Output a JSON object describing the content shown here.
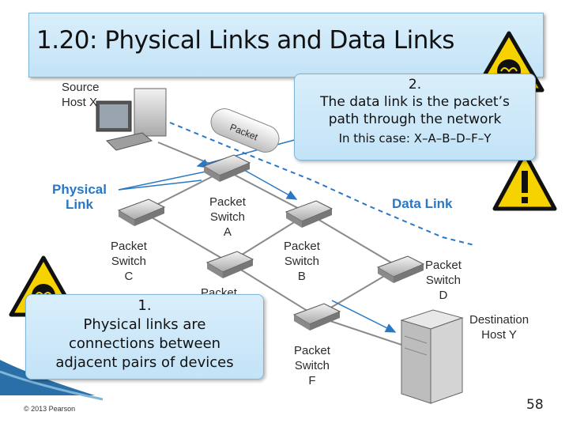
{
  "slide": {
    "title": "1.20: Physical Links and Data Links",
    "page_number": "58",
    "copyright": "© 2013 Pearson"
  },
  "callouts": {
    "data_link": {
      "line1": "2.",
      "line2": "The data link is the packet’s",
      "line3": "path through the network",
      "line4": "In this case: X–A–B–D–F–Y"
    },
    "physical_link": {
      "line1": "1.",
      "line2": "Physical links are",
      "line3": "connections between",
      "line4": "adjacent pairs of devices"
    }
  },
  "diagram": {
    "source": {
      "line1": "Source",
      "line2": "Host X"
    },
    "destination": {
      "line1": "Destination",
      "line2": "Host Y"
    },
    "physical_link_label": {
      "line1": "Physical",
      "line2": "Link"
    },
    "data_link_label": "Data Link",
    "packet_label": "Packet",
    "switches": {
      "A": {
        "line1": "Packet",
        "line2": "Switch",
        "line3": "A"
      },
      "B": {
        "line1": "Packet",
        "line2": "Switch",
        "line3": "B"
      },
      "C": {
        "line1": "Packet",
        "line2": "Switch",
        "line3": "C"
      },
      "D": {
        "line1": "Packet",
        "line2": "Switch",
        "line3": "D"
      },
      "E": {
        "line1": "Packet"
      },
      "F": {
        "line1": "Packet",
        "line2": "Switch",
        "line3": "F"
      }
    }
  },
  "colors": {
    "link_blue": "#2a78c4",
    "warning_yellow": "#f6d200",
    "callout_bg": "#cfe8f8"
  },
  "icons": [
    "brain-warning-icon",
    "exclamation-warning-icon",
    "brain-warning-icon"
  ]
}
